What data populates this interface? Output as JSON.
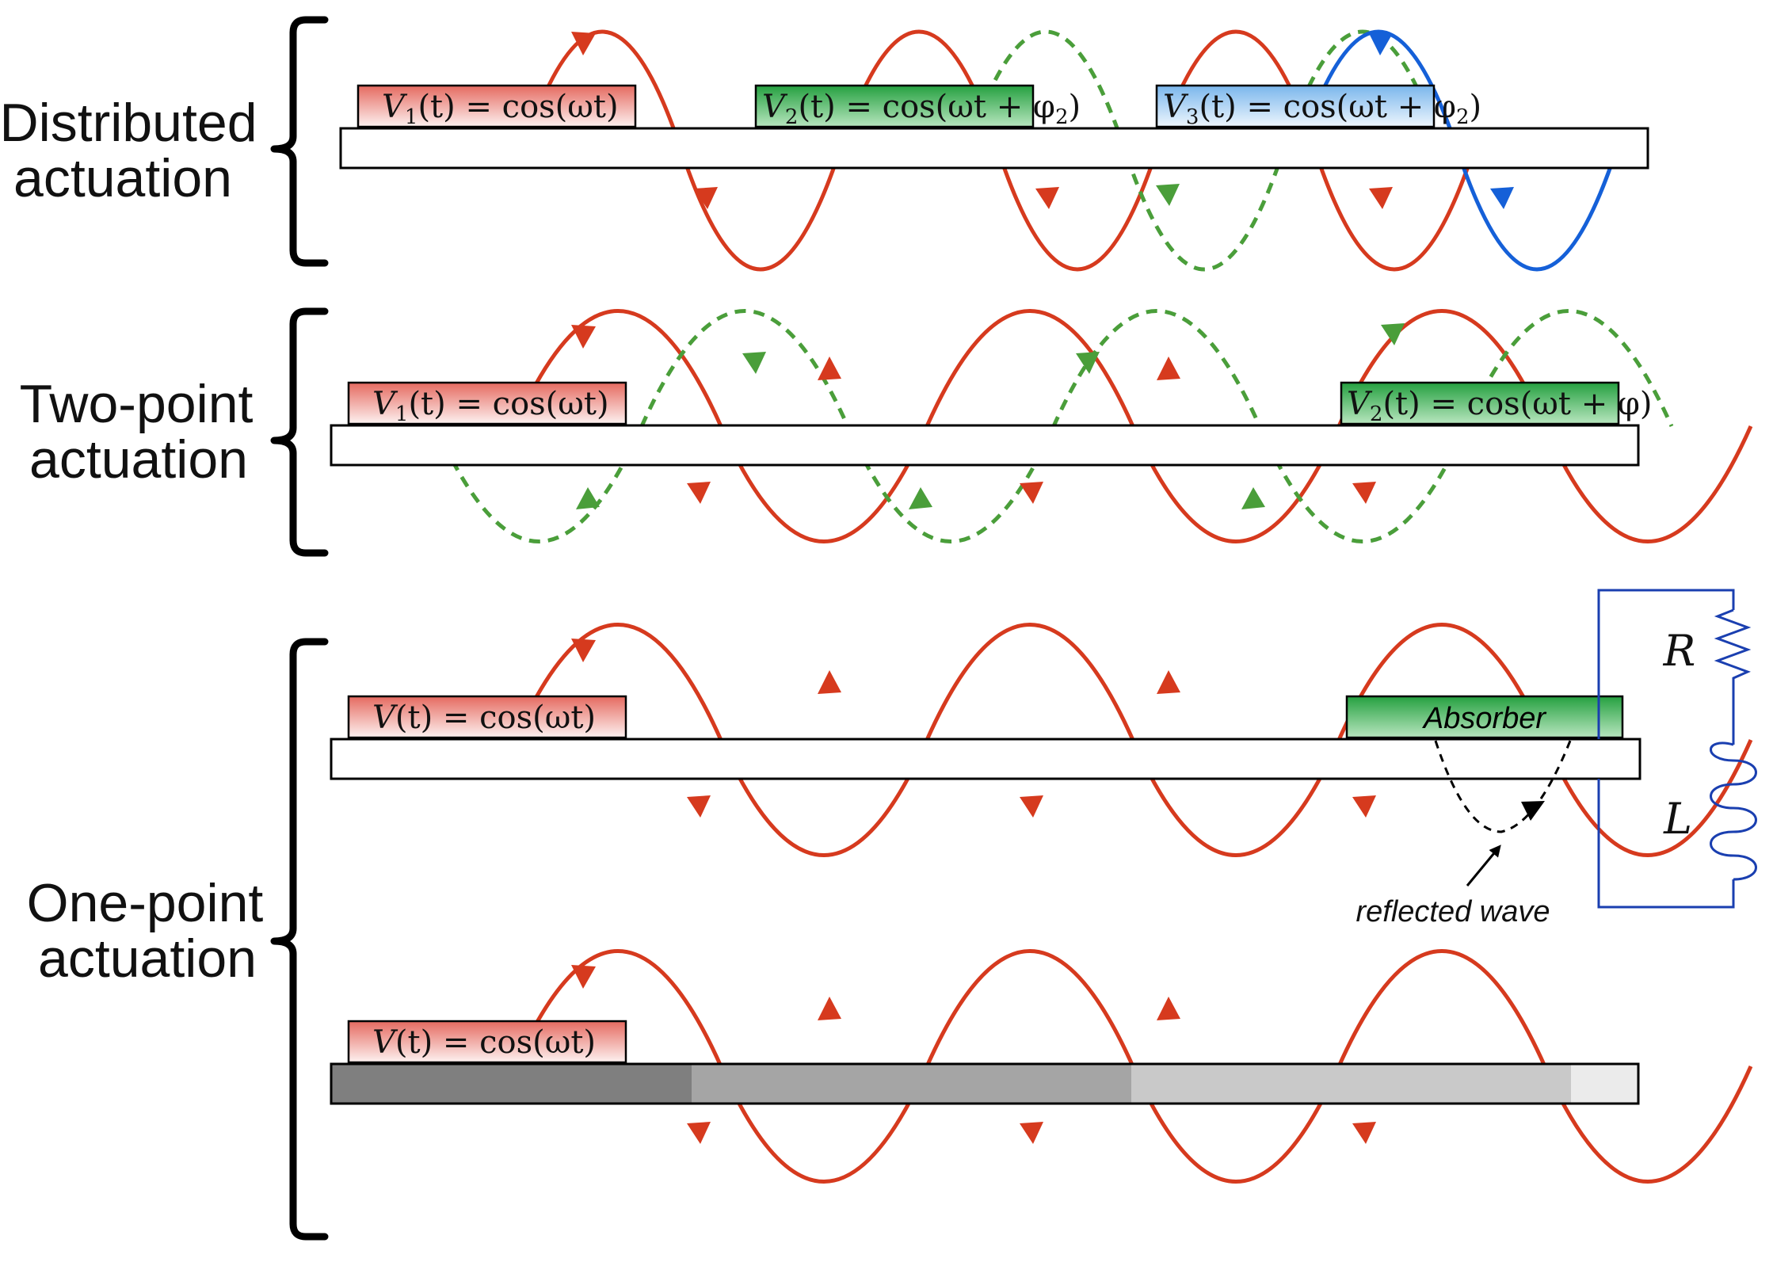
{
  "sections": [
    {
      "label_lines": [
        "Distributed",
        "actuation"
      ],
      "actuators": [
        {
          "name": "V",
          "sub": "1",
          "formula": "(t) = cos(ωt)",
          "phase": ""
        },
        {
          "name": "V",
          "sub": "2",
          "formula": "(t) = cos(ωt + φ",
          "phase": "2"
        },
        {
          "name": "V",
          "sub": "3",
          "formula": "(t) = cos(ωt + φ",
          "phase": "2"
        }
      ]
    },
    {
      "label_lines": [
        "Two-point",
        "actuation"
      ],
      "actuators": [
        {
          "name": "V",
          "sub": "1",
          "formula": "(t) = cos(ωt)",
          "phase": ""
        },
        {
          "name": "V",
          "sub": "2",
          "formula": "(t) = cos(ωt + φ)",
          "phase": ""
        }
      ]
    },
    {
      "label_lines": [
        "One-point",
        "actuation"
      ],
      "actuators": [
        {
          "name": "V",
          "sub": "",
          "formula": "(t) = cos(ωt)",
          "phase": ""
        },
        {
          "name": "V",
          "sub": "",
          "formula": "(t) = cos(ωt)",
          "phase": ""
        }
      ],
      "absorber_label": "Absorber",
      "reflected_label": "reflected wave",
      "resistor_label": "R",
      "inductor_label": "L"
    }
  ],
  "colors": {
    "wave_red": "#d63a1e",
    "wave_green": "#4a9e3a",
    "wave_blue": "#1560d8",
    "circuit_blue": "#1a3fb0",
    "actuator_red": "#e56a60",
    "actuator_green": "#2ea843",
    "actuator_blue": "#7ab6ec",
    "graded_plate": [
      "#7f7f7f",
      "#a5a5a5",
      "#c9c9c9",
      "#ebebeb"
    ]
  }
}
